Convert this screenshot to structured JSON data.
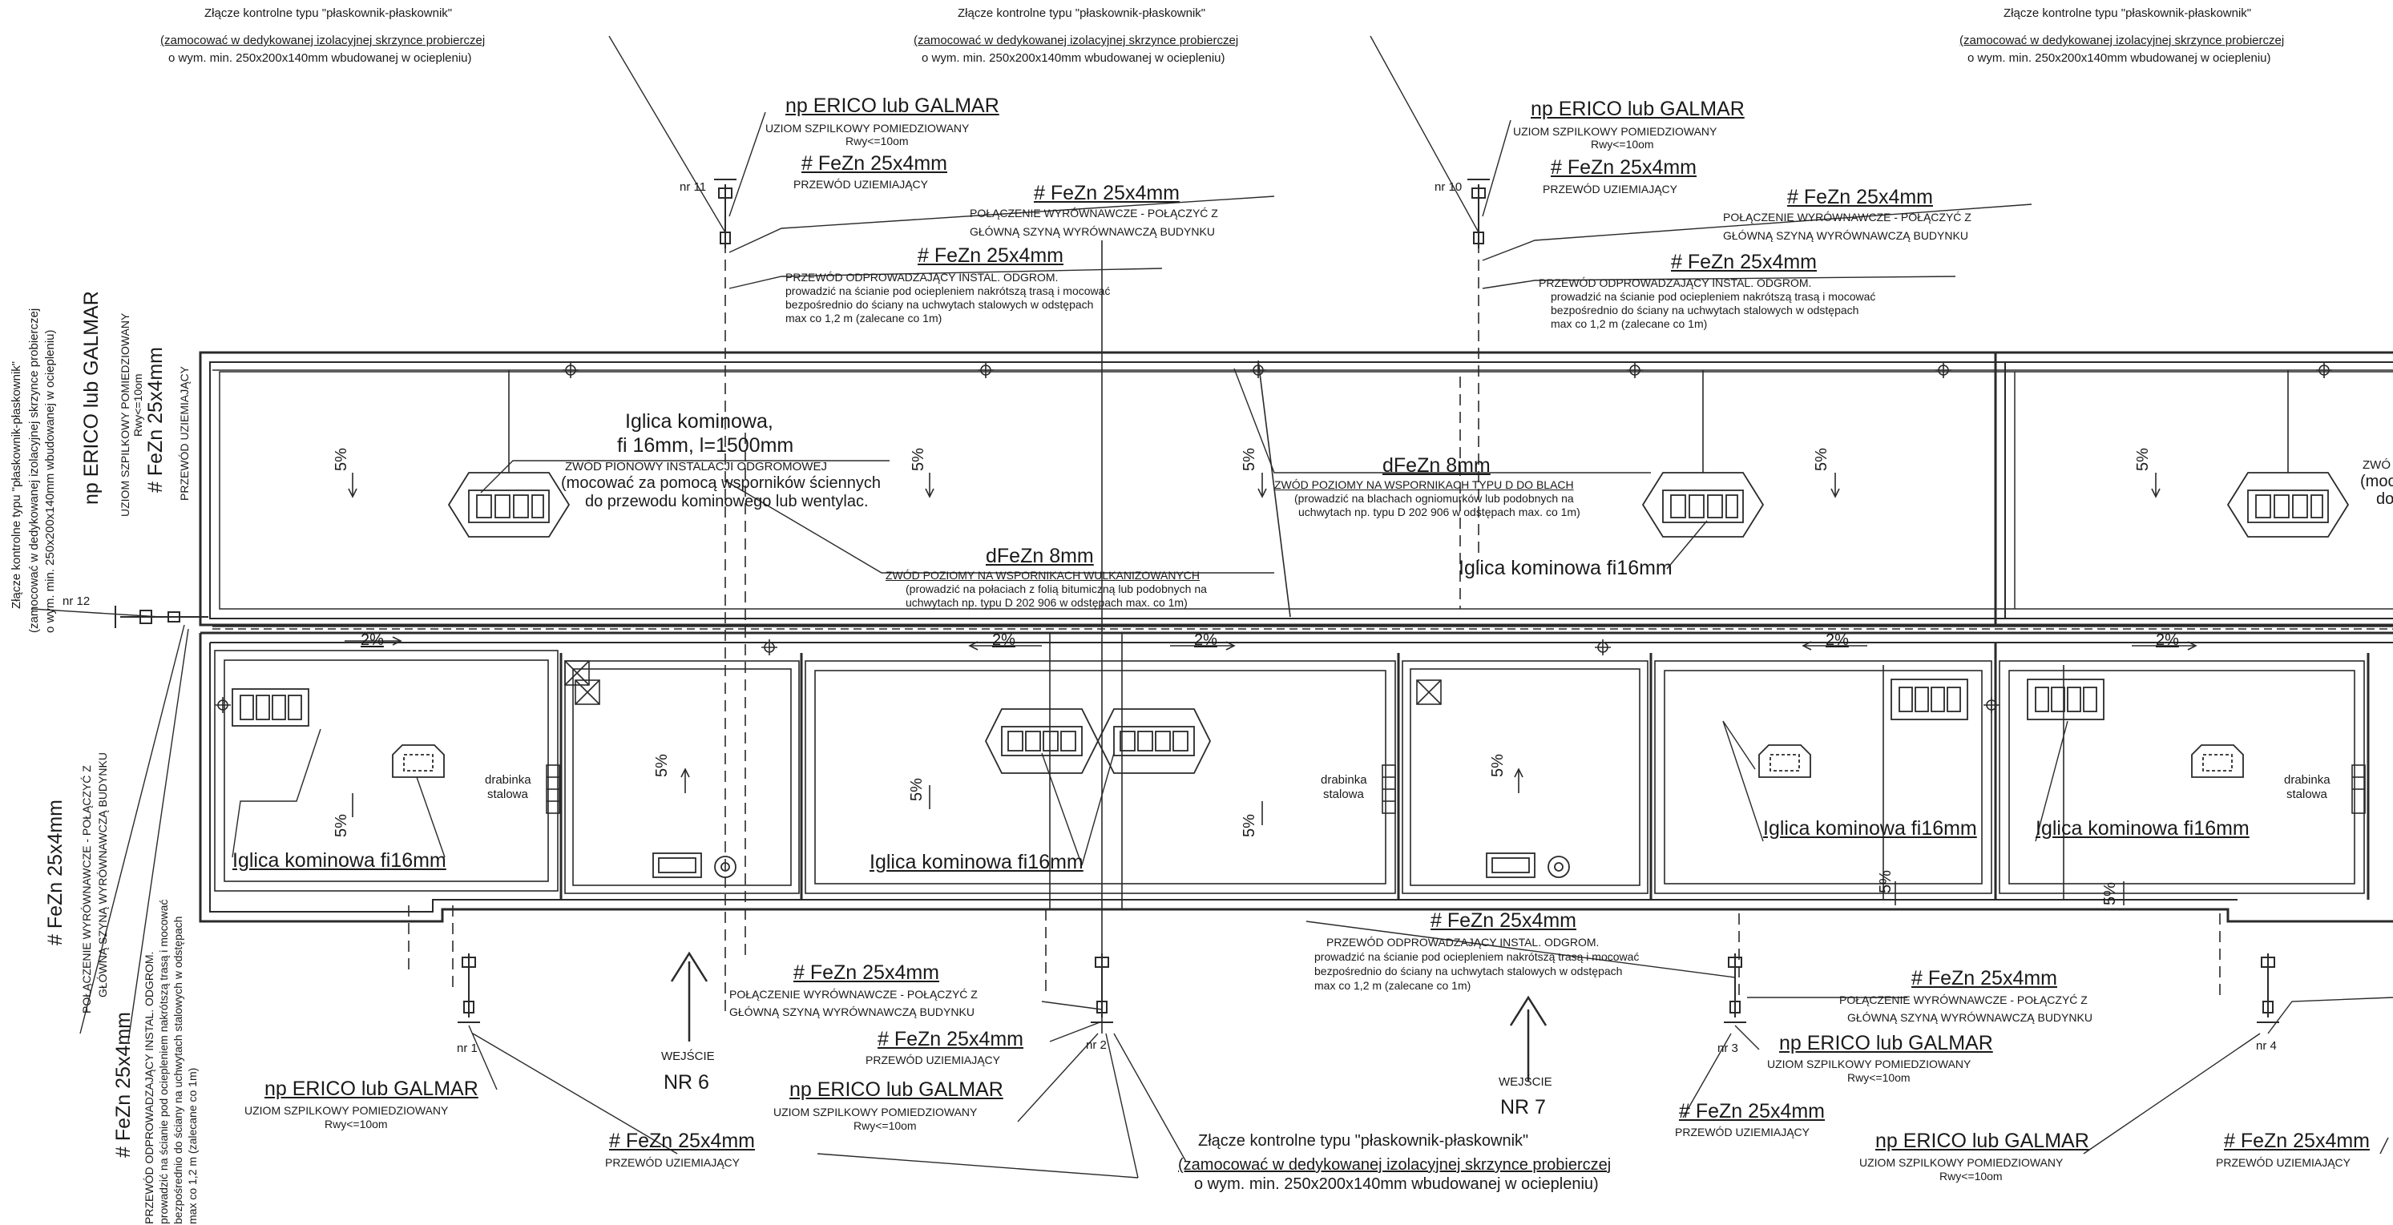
{
  "labels": {
    "zlacze_title": "Złącze kontrolne typu  \"płaskownik-płaskownik\"",
    "zlacze_desc1": "(zamocować w dedykowanej izolacyjnej skrzynce probierczej",
    "zlacze_desc2": "o wym. min. 250x200x140mm wbudowanej w ociepleniu)",
    "erico": "np ERICO lub GALMAR",
    "uziom": "UZIOM SZPILKOWY POMIEDZIOWANY",
    "rwy": "Rwy<=10om",
    "fezn": "# FeZn 25x4mm",
    "przewod_uziem": "PRZEWÓD UZIEMIAJĄCY",
    "polacz1": "POŁĄCZENIE WYRÓWNAWCZE - POŁĄCZYĆ Z",
    "polacz2": "GŁÓWNĄ SZYNĄ WYRÓWNAWCZĄ BUDYNKU",
    "odpr1": "PRZEWÓD ODPROWADZAJĄCY INSTAL. ODGROM.",
    "odpr2": "prowadzić na ścianie  pod ociepleniem nakrótszą trasą  i  mocować",
    "odpr3": "bezpośrednio do ściany na uchwytach stalowych w odstępach",
    "odpr4": "max co 1,2 m  (zalecane co 1m)",
    "iglica_main1": "Iglica kominowa,",
    "iglica_main2": "fi 16mm, l=1500mm",
    "pion1": "ZWÓD PIONOWY INSTALACJI ODGROMOWEJ",
    "pion2": "(mocować za pomocą wsporników ściennych",
    "pion3": "do przewodu kominowego lub wentylac.",
    "dfezn": "dFeZn 8mm",
    "poz_wulk1": "ZWÓD POZIOMY NA WSPORNIKACH  WULKANIZOWANYCH",
    "poz_wulk2": "(prowadzić na połaciach z folią bitumiczną lub podobnych na",
    "poz_wulk3": "uchwytach np. typu D 202 906 w odstępach max. co 1m)",
    "poz_blach1": "ZWÓD POZIOMY NA WSPORNIKACH  TYPU D DO BLACH",
    "poz_blach2": "(prowadzić na blachach ogniomurków lub podobnych na",
    "poz_blach3": "uchwytach np. typu D 202 906 w odstępach max. co 1m)",
    "iglica_fi16": "Iglica kominowa fi16mm",
    "drabinka1": "drabinka",
    "drabinka2": "stalowa",
    "wejscie": "WEJŚCIE",
    "nr6": "NR 6",
    "nr7": "NR 7",
    "slope5": "5%",
    "slope2": "2%",
    "zwo_clip": "ZWÓ",
    "moc_clip": "(moc",
    "do_clip": "do",
    "nr11": "nr 11",
    "nr10": "nr 10",
    "nr12": "nr 12",
    "nr1": "nr 1",
    "nr2": "nr 2",
    "nr3": "nr 3",
    "nr4": "nr 4"
  }
}
